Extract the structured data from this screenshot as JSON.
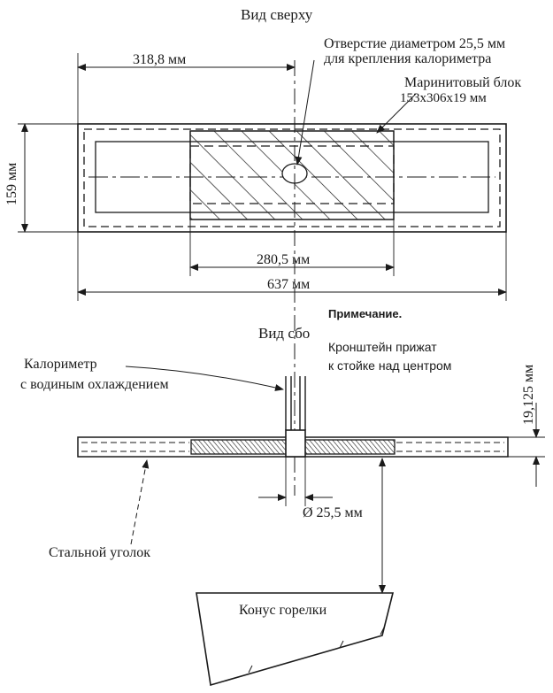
{
  "top_view": {
    "title": "Вид сверху",
    "hole_label_line1": "Отверстие диаметром 25,5 мм",
    "hole_label_line2": "для крепления калориметра",
    "block_label_line1": "Маринитовый блок",
    "block_label_line2": "153х306х19 мм",
    "dim_half_length": "318,8 мм",
    "dim_height": "159 мм",
    "dim_block_length": "280,5 мм",
    "dim_total_length": "637 мм"
  },
  "side_view": {
    "title": "Вид сбо",
    "calorimeter_line1": "Калориметр",
    "calorimeter_line2": "с водиным охлаждением",
    "dim_offset": "19,125 мм",
    "dim_hole": "Ø 25,5 мм",
    "steel_angle": "Стальной уголок",
    "burner_cone": "Конус горелки"
  },
  "note": {
    "title": "Примечание.",
    "line1": "Кронштейн прижат",
    "line2": "к стойке над центром"
  },
  "colors": {
    "ink": "#1a1a1a",
    "paper": "#ffffff",
    "block_fill": "#3a3a3a"
  }
}
